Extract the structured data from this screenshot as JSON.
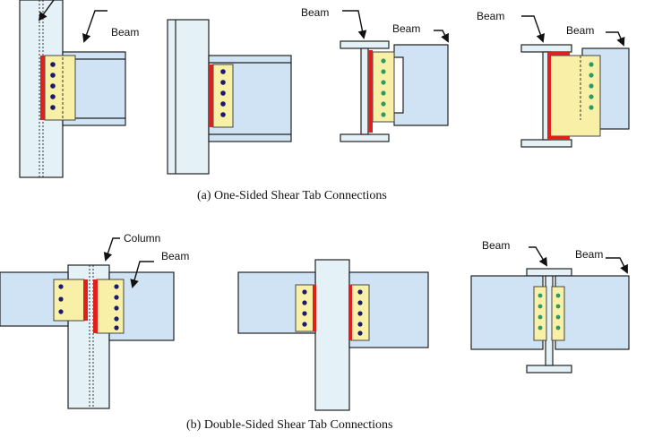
{
  "labels": {
    "beam": "Beam",
    "column": "Column"
  },
  "captions": {
    "one_sided": "(a) One-Sided   Shear Tab Connections",
    "double_sided": "(b) Double-Sided   Shear Tab Connections"
  },
  "colors": {
    "beam": "#cfe3f4",
    "column": "#e4f1f7",
    "plate": "#f7f0a6",
    "weld": "#e0201c",
    "bolt_dark": "#1a1a6e",
    "bolt_green": "#2e9a6a"
  }
}
